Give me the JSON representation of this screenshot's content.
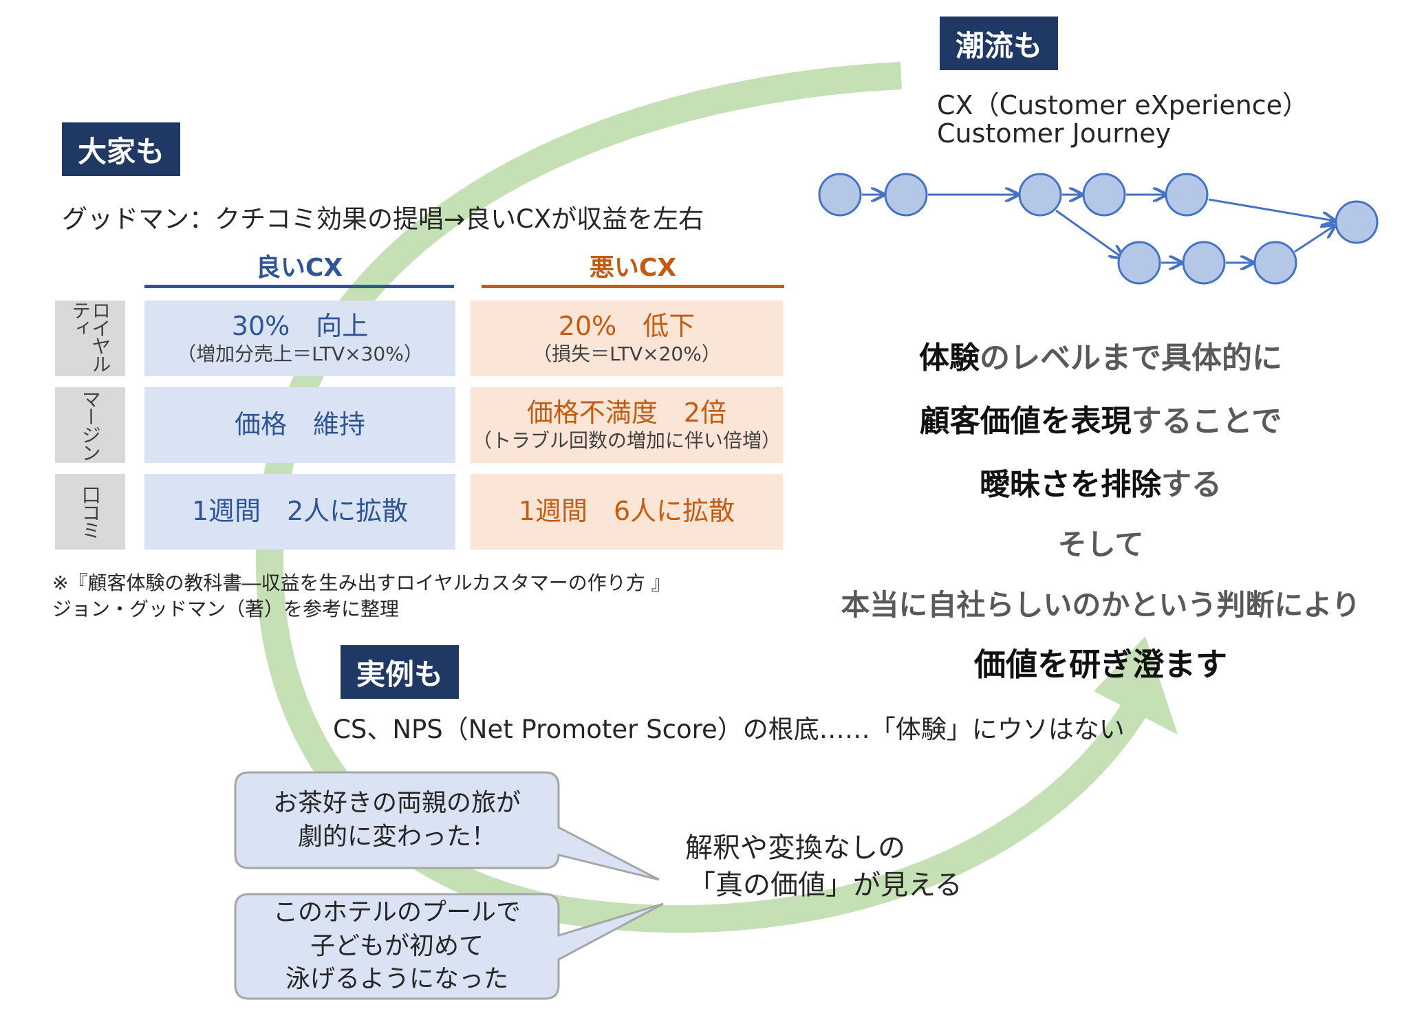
{
  "tags": {
    "ooya": "大家も",
    "choryu": "潮流も",
    "jirei": "実例も"
  },
  "goodman_line": "グッドマン：クチコミ効果の提唱→良いCXが収益を左右",
  "table": {
    "good_header": "良いCX",
    "bad_header": "悪いCX",
    "rows": [
      {
        "label": "ロイヤルティ",
        "good_main": "30%　向上",
        "good_sub": "（増加分売上＝LTV×30%）",
        "bad_main": "20%　低下",
        "bad_sub": "（損失＝LTV×20%）"
      },
      {
        "label": "マージン",
        "good_main": "価格　維持",
        "good_sub": "",
        "bad_main": "価格不満度　2倍",
        "bad_sub": "（トラブル回数の増加に伴い倍増）"
      },
      {
        "label": "口コミ",
        "good_main": "1週間　2人に拡散",
        "good_sub": "",
        "bad_main": "1週間　6人に拡散",
        "bad_sub": ""
      }
    ]
  },
  "source_note": {
    "line1": "※『顧客体験の教科書―収益を生み出すロイヤルカスタマーの作り方 』",
    "line2": "ジョン・グッドマン（著）を参考に整理"
  },
  "cx_lines": {
    "line1": "CX（Customer eXperience）",
    "line2": "Customer Journey"
  },
  "conclusion": {
    "line1_bold": "体験",
    "line1_rest": "のレベルまで具体的に",
    "line2_bold": "顧客価値を表現",
    "line2_rest": "することで",
    "line3_bold": "曖昧さを排除",
    "line3_rest": "する",
    "line4": "そして",
    "line5": "本当に自社らしいのかという判断により",
    "line6": "価値を研ぎ澄ます"
  },
  "cs_line": "CS、NPS（Net Promoter Score）の根底……「体験」にウソはない",
  "bubbles": {
    "top": "お茶好きの両親の旅が\n劇的に変わった！",
    "bottom": "このホテルのプールで\n子どもが初めて\n泳げるようになった"
  },
  "kaishaku": {
    "line1": "解釈や変換なしの",
    "line2": "「真の価値」が見える"
  },
  "colors": {
    "navy": "#1f3864",
    "green_arrow": "#c5e0b4",
    "good_fill": "#dae3f3",
    "good_text": "#2f5597",
    "bad_fill": "#fbe5d6",
    "bad_text": "#c55a11",
    "node_fill": "#b4c7e7",
    "node_stroke": "#4472c4"
  }
}
